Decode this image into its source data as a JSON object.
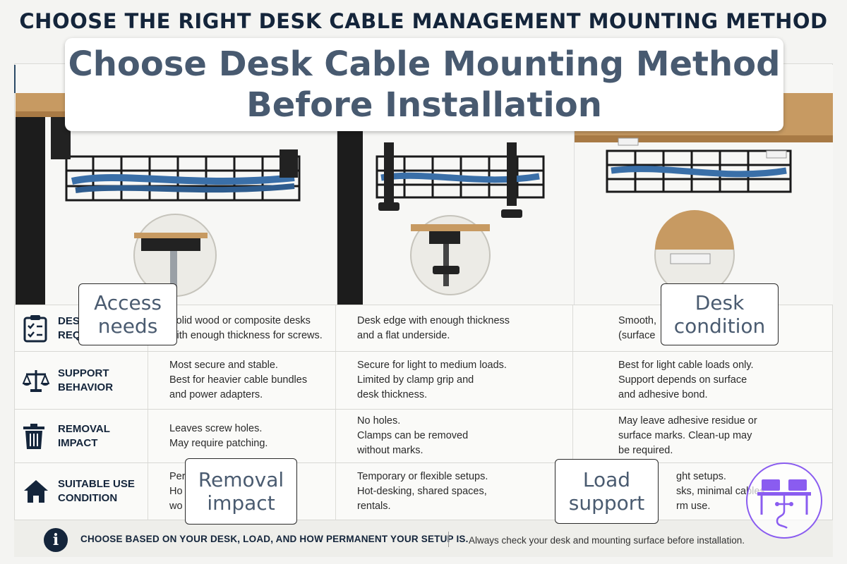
{
  "page_heading": "CHOOSE THE RIGHT DESK CABLE MANAGEMENT MOUNTING METHOD",
  "title_banner": {
    "line1": "Choose Desk Cable Mounting Method",
    "line2": "Before Installation"
  },
  "rows": [
    {
      "label_line1": "DES",
      "label_line2": "REQ",
      "icon": "clipboard-checklist-icon",
      "screw": [
        "Solid wood or composite desks",
        "with enough thickness for screws."
      ],
      "clamp": [
        "Desk edge with enough thickness",
        "and a flat underside."
      ],
      "adhesive": [
        "Smooth,",
        "(surface"
      ]
    },
    {
      "label_line1": "SUPPORT",
      "label_line2": "BEHAVIOR",
      "icon": "balance-scale-icon",
      "screw": [
        "Most secure and stable.",
        "Best for heavier cable bundles",
        "and power adapters."
      ],
      "clamp": [
        "Secure for light to medium loads.",
        "Limited by clamp grip and",
        "desk thickness."
      ],
      "adhesive": [
        "Best for light cable loads only.",
        "Support depends on surface",
        "and adhesive bond."
      ]
    },
    {
      "label_line1": "REMOVAL",
      "label_line2": "IMPACT",
      "icon": "trash-can-icon",
      "screw": [
        "Leaves screw holes.",
        "May require patching."
      ],
      "clamp": [
        "No holes.",
        "Clamps can be removed",
        "without marks."
      ],
      "adhesive": [
        "May leave adhesive residue or",
        "surface marks. Clean-up may",
        "be required."
      ]
    },
    {
      "label_line1": "SUITABLE USE",
      "label_line2": "CONDITION",
      "icon": "house-icon",
      "screw": [
        "Per",
        "Ho",
        "wo"
      ],
      "clamp": [
        "Temporary or flexible setups.",
        "Hot-desking, shared spaces,",
        "rentals."
      ],
      "adhesive": [
        "ght setups.",
        "sks, minimal cables,",
        "rm use."
      ]
    }
  ],
  "footer": {
    "main_note": "CHOOSE BASED ON YOUR DESK, LOAD, AND HOW PERMANENT YOUR SETUP IS.",
    "sub_note": "Always check your desk and mounting surface before installation."
  },
  "callouts": {
    "access": {
      "line1": "Access",
      "line2": "needs"
    },
    "desk": {
      "line1": "Desk",
      "line2": "condition"
    },
    "removal": {
      "line1": "Removal",
      "line2": "impact"
    },
    "load": {
      "line1": "Load",
      "line2": "support"
    }
  },
  "colors": {
    "navy": "#14253b",
    "wood": "#c79a62",
    "accent_blue": "#2b4a66",
    "accent_gold": "#d9a230",
    "logo_purple": "#8a5cf0"
  }
}
